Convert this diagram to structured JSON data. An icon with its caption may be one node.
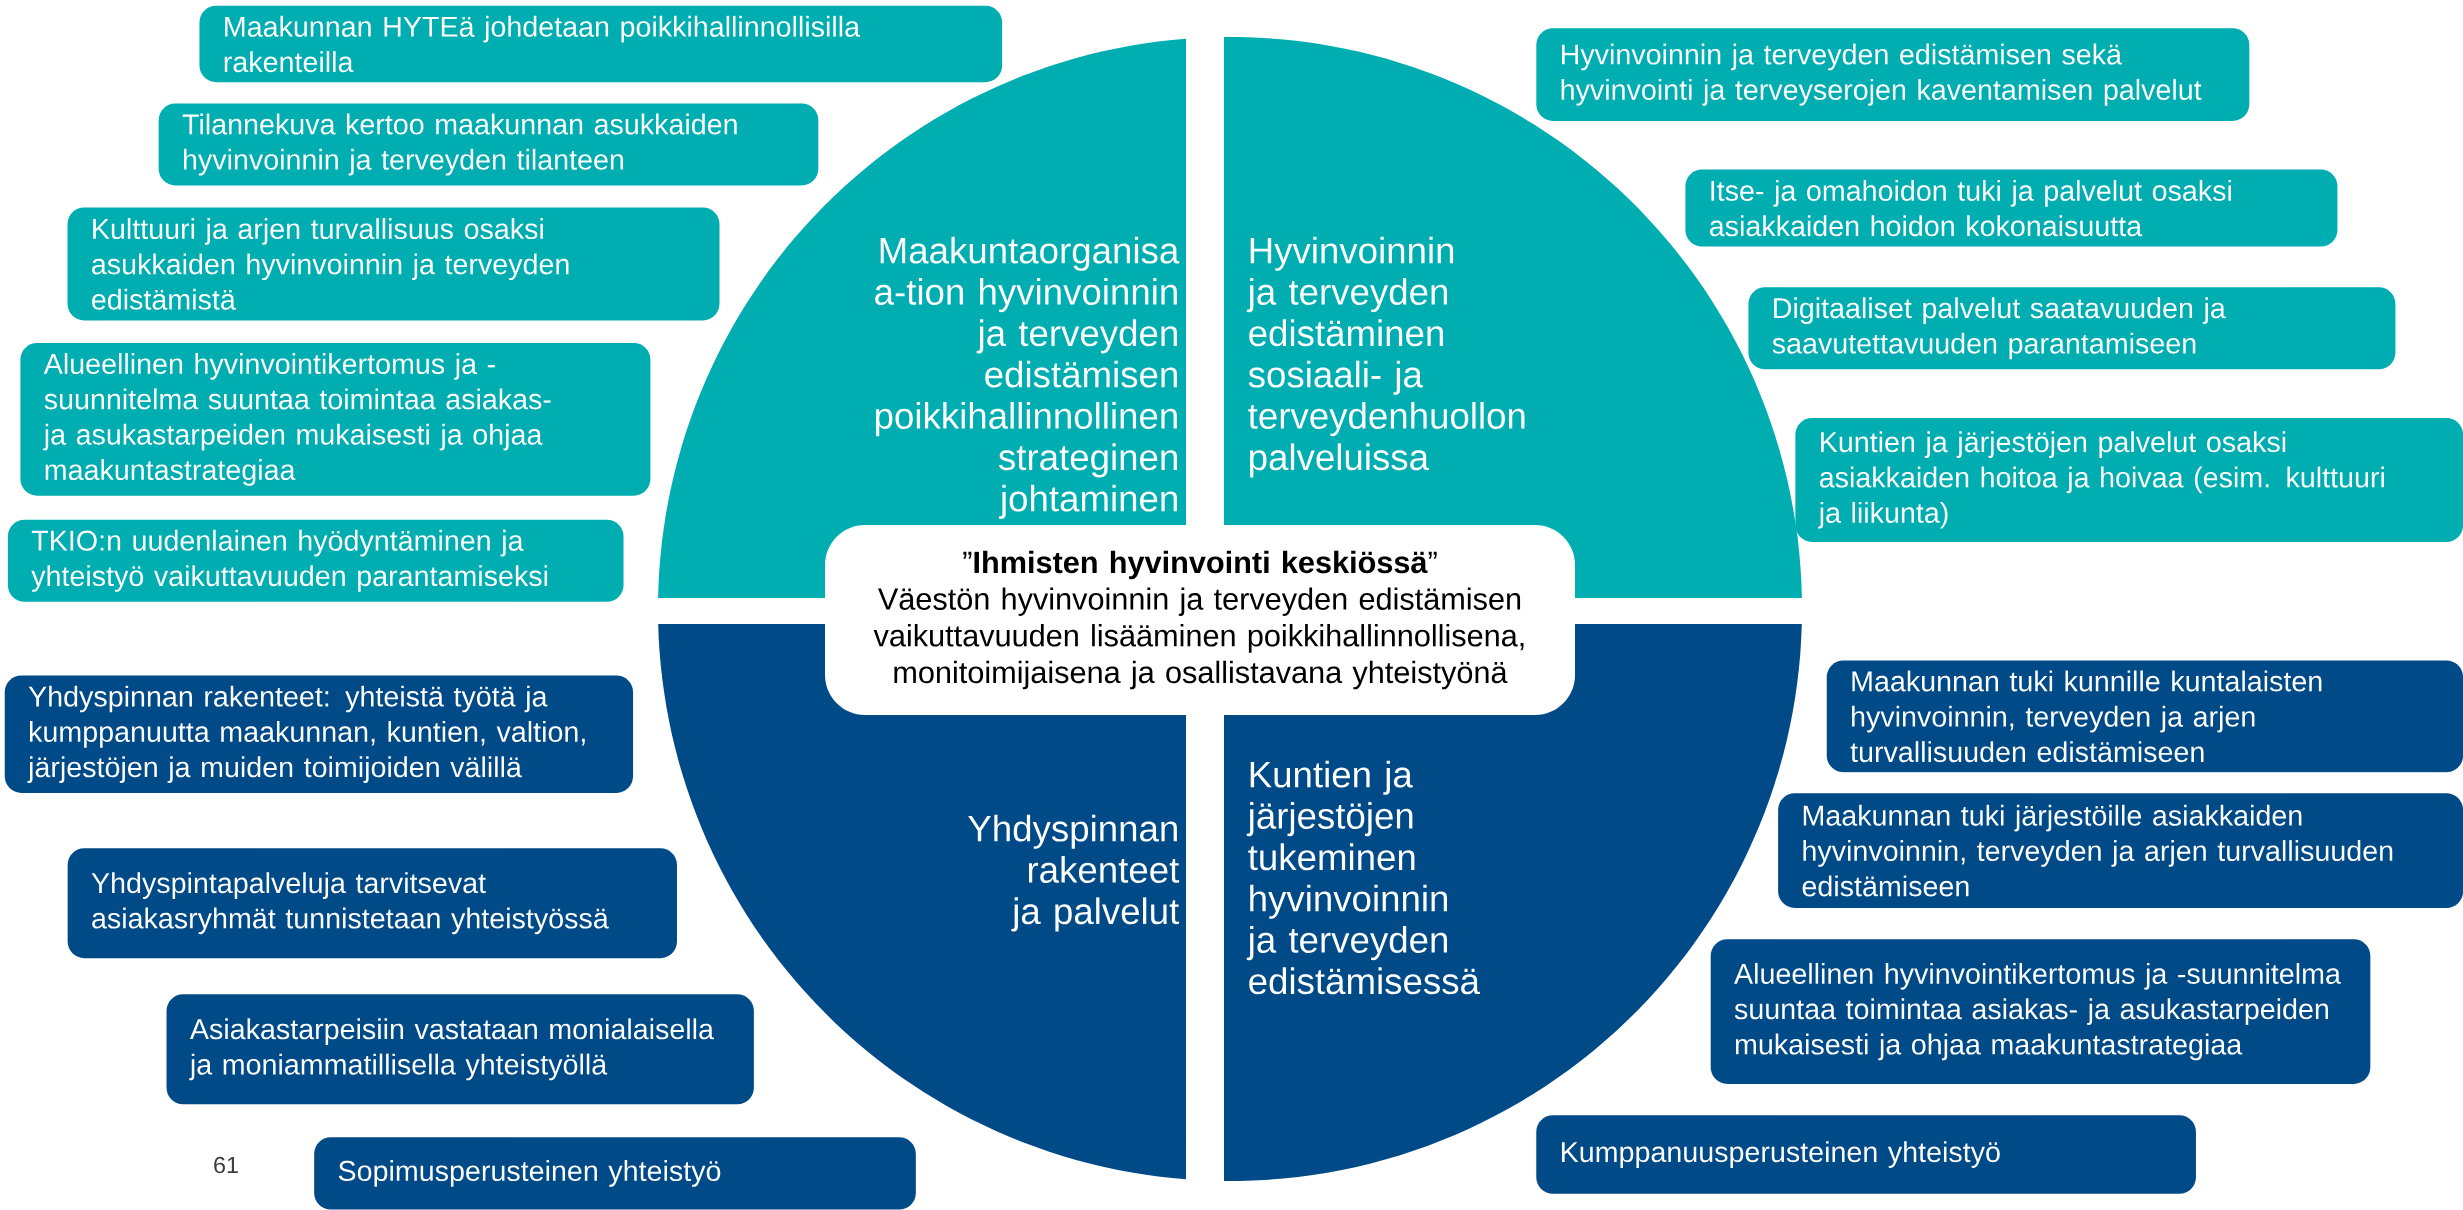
{
  "diagram": {
    "nodes": [
      {
        "text": [
          "Maakunnan HYTEä johdetaan poikkihallinnollisilla rakenteilla"
        ]
      },
      {
        "text": [
          "Tilannekuva kertoo maakunnan asukkaiden hyvinvoinnin ja terveyden tilanteen"
        ]
      },
      {
        "text": [
          "Kulttuuri ja arjen turvallisuus osaksi asukkaiden hyvinvoinnin ja terveyden edistämistä"
        ]
      },
      {
        "text": [
          "Alueellinen hyvinvointikertomus ja -suunnitelma suuntaa toimintaa asiakas- ja asukastarpeiden mukaisesti ja ohjaa maakuntastrategiaa"
        ]
      },
      {
        "text": [
          "TKIO:n uudenlainen hyödyntäminen ja yhteistyö vaikuttavuuden parantamiseksi"
        ]
      },
      {
        "text": [
          "Hyvinvoinnin ja terveyden edistämisen sekä hyvinvointi ja terveyserojen kaventamisen palvelut"
        ]
      },
      {
        "text": [
          "Itse- ja omahoidon tuki ja palvelut osaksi asiakkaiden hoidon kokonaisuutta"
        ]
      },
      {
        "text": [
          "Digitaaliset palvelut saatavuuden ja saavutettavuuden parantamiseen"
        ]
      },
      {
        "text": [
          "Kuntien ja järjestöjen palvelut osaksi asiakkaiden hoitoa ja hoivaa (esim. kulttuuri ja liikunta)"
        ]
      },
      {
        "text": [
          "Maakuntaorganisa a-tion hyvinvoinnin ja terveyden edistämisen poikkihallinnollinen strateginen johtaminen"
        ]
      },
      {
        "text": [
          "Hyvinvoinnin ja terveyden edistäminen sosiaali- ja terveydenhuollon palveluissa"
        ]
      },
      {
        "text": [
          "”**Ihmisten hyvinvointi keskiössä**”",
          "Väestön hyvinvoinnin ja terveyden edistämisen vaikuttavuuden lisääminen poikkihallinnollisena, monitoimijaisena ja osallistavana yhteistyönä"
        ]
      },
      {
        "text": [
          "Yhdyspinnan rakenteet ja palvelut"
        ]
      },
      {
        "text": [
          "Kuntien ja järjestöjen tukeminen hyvinvoinnin ja terveyden edistämisessä"
        ]
      },
      {
        "text": [
          "Yhdyspinnan rakenteet: yhteistä työtä ja kumppanuutta maakunnan, kuntien, valtion, järjestöjen ja muiden toimijoiden välillä"
        ]
      },
      {
        "text": [
          "Yhdyspintapalveluja tarvitsevat asiakasryhmät tunnistetaan yhteistyössä"
        ]
      },
      {
        "text": [
          "Asiakastarpeisiin vastataan monialaisella ja moniammatillisella yhteistyöllä"
        ]
      },
      {
        "text": [
          "Sopimusperusteinen yhteistyö"
        ]
      },
      {
        "text": [
          "Maakunnan tuki kunnille kuntalaisten hyvinvoinnin, terveyden ja arjen turvallisuuden edistämiseen"
        ]
      },
      {
        "text": [
          "Maakunnan tuki järjestöille asiakkaiden hyvinvoinnin, terveyden ja arjen turvallisuuden edistämiseen"
        ]
      },
      {
        "text": [
          "Alueellinen hyvinvointikertomus ja -suunnitelma suuntaa toimintaa asiakas- ja asukastarpeiden mukaisesti ja ohjaa maakuntastrategiaa"
        ]
      },
      {
        "text": [
          "Kumppanuusperusteinen yhteistyö"
        ]
      }
    ],
    "edges": [],
    "labels": [
      "61"
    ]
  }
}
